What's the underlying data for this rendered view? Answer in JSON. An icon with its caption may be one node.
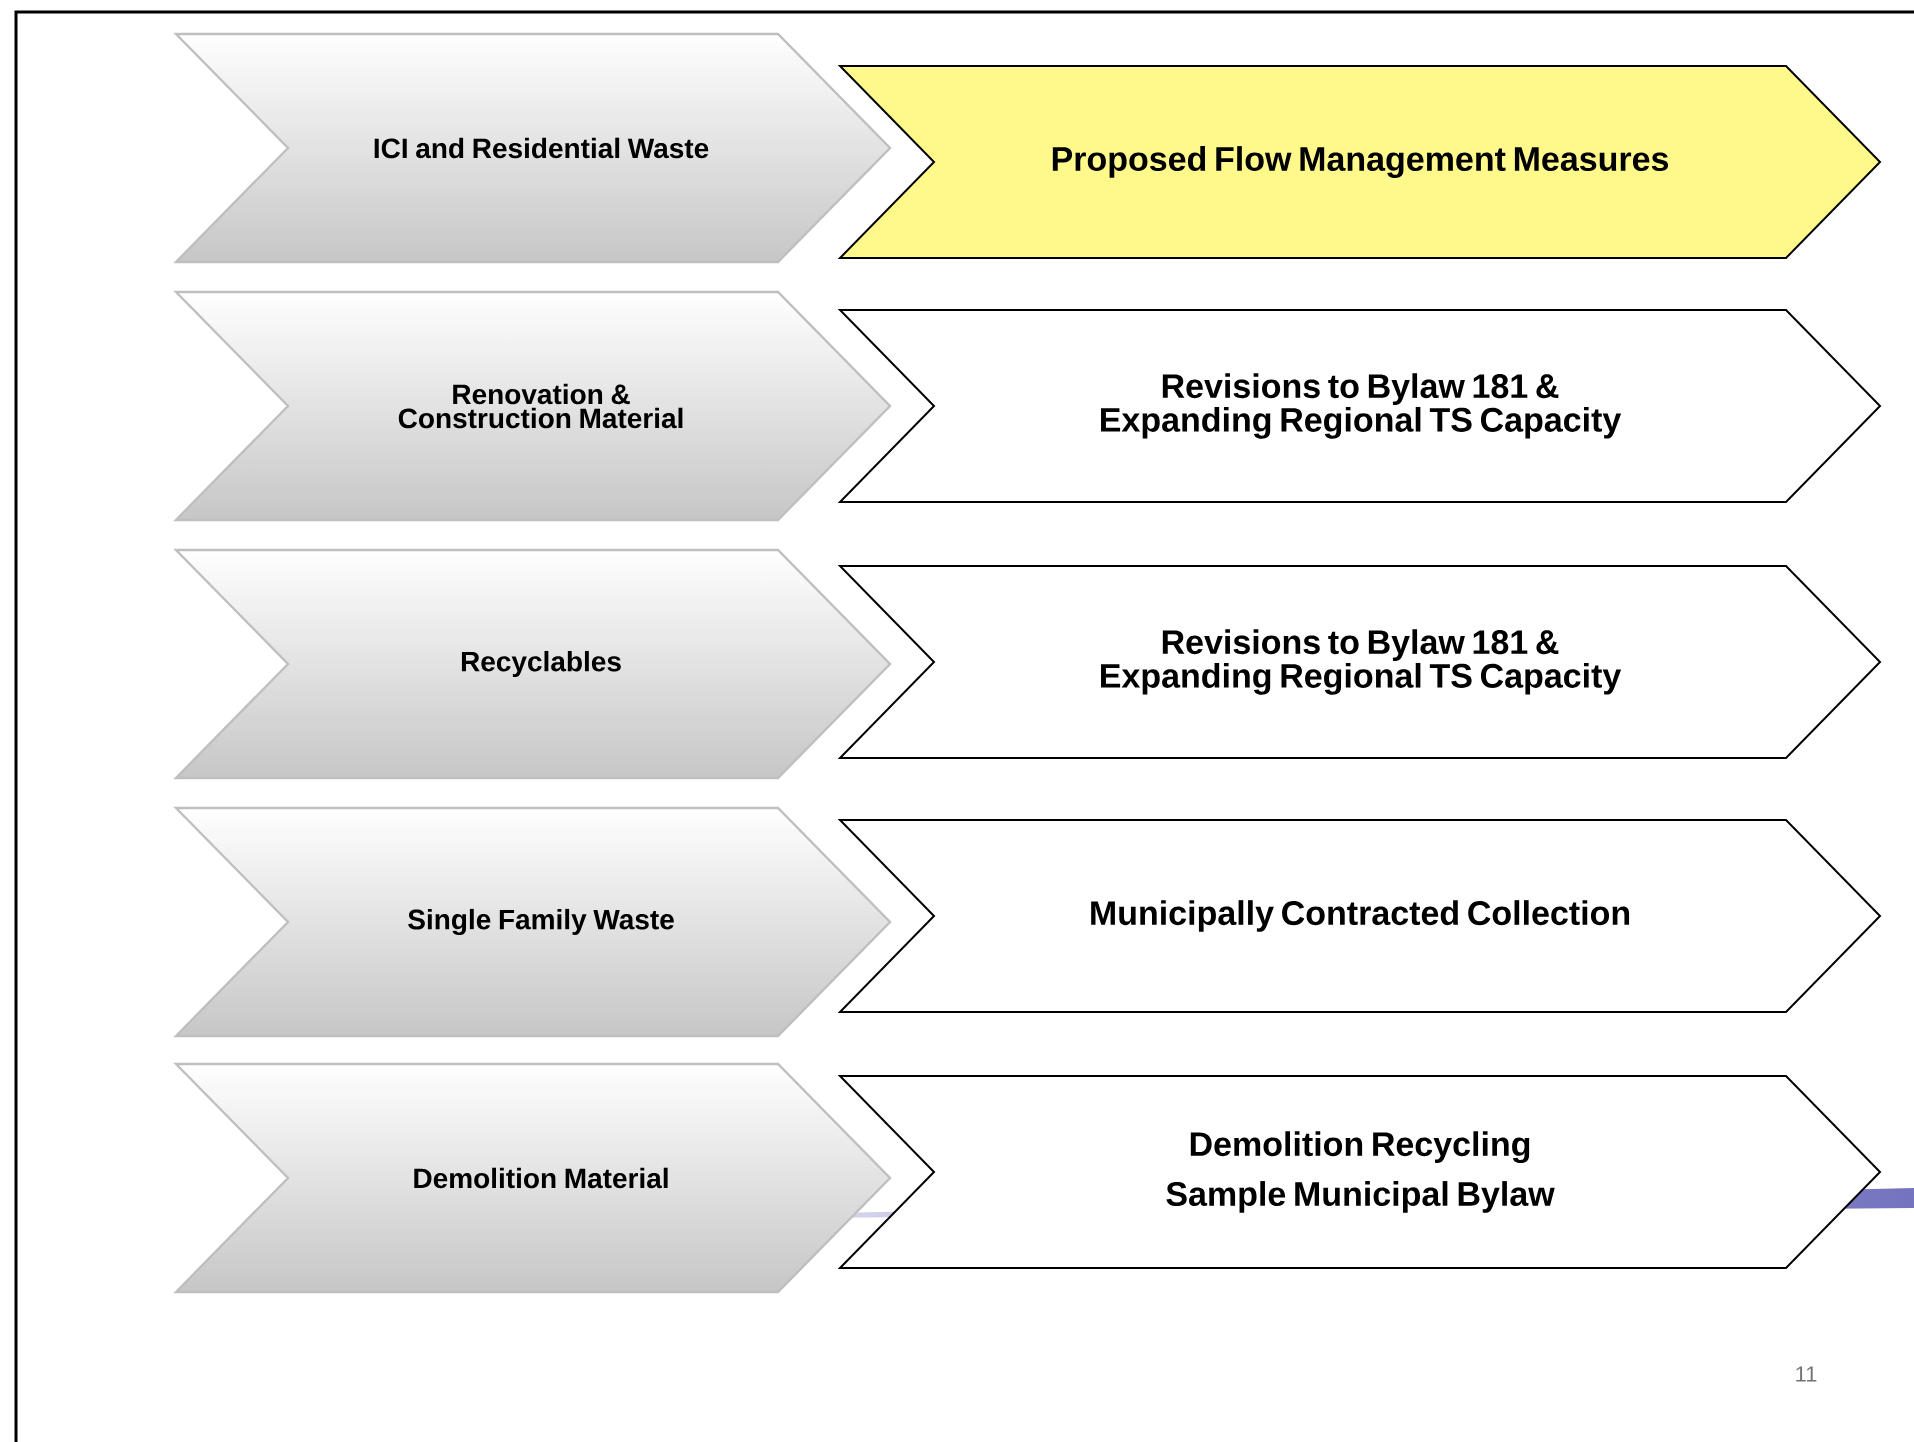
{
  "diagram": {
    "nodes": [
      {
        "text": [
          "ICI and Residential Waste"
        ]
      },
      {
        "text": [
          "Proposed Flow Management Measures"
        ]
      },
      {
        "text": [
          "Renovation & Construction Material"
        ]
      },
      {
        "text": [
          "Revisions to Bylaw 181 & Expanding Regional TS Capacity"
        ]
      },
      {
        "text": [
          "Recyclables"
        ]
      },
      {
        "text": [
          "Revisions to Bylaw 181 & Expanding Regional TS Capacity"
        ]
      },
      {
        "text": [
          "Single Family Waste"
        ]
      },
      {
        "text": [
          "Municipally Contracted Collection"
        ]
      },
      {
        "text": [
          "Demolition Material"
        ]
      },
      {
        "text": [
          "Demolition Recycling",
          "Sample Municipal Bylaw"
        ]
      }
    ],
    "labels": [
      "11"
    ]
  }
}
